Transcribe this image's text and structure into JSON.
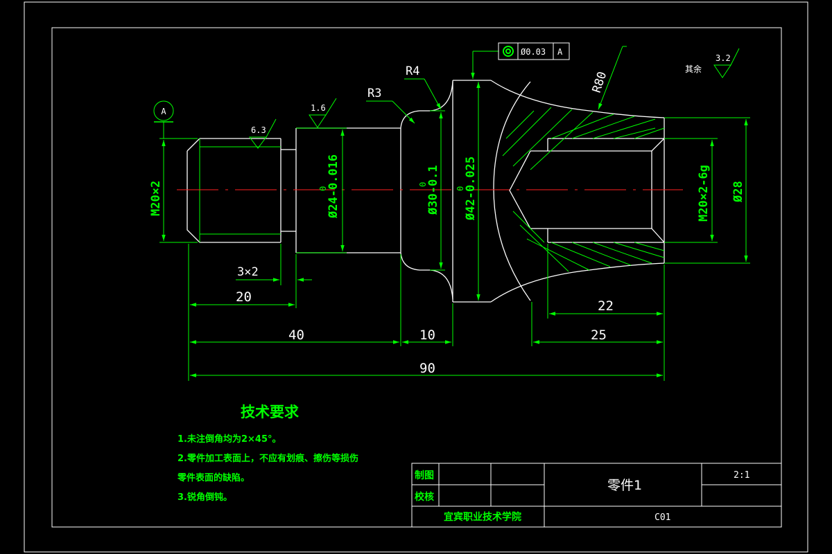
{
  "dimensions": {
    "thread_left": "M20×2",
    "thread_right": "M20×2-6g",
    "dia_24": "Ø24-0.016",
    "dia_24_upper": "0",
    "dia_30": "Ø30-0.1",
    "dia_30_upper": "0",
    "dia_42": "Ø42-0.025",
    "dia_42_upper": "0",
    "dia_28": "Ø28",
    "groove": "3×2",
    "len_20": "20",
    "len_40": "40",
    "len_10": "10",
    "len_25": "25",
    "len_22": "22",
    "len_90": "90",
    "radius_r3": "R3",
    "radius_r4": "R4",
    "radius_r80": "R80"
  },
  "roughness": {
    "ra_63": "6.3",
    "ra_16": "1.6",
    "ra_32": "3.2",
    "rest_label": "其余"
  },
  "datum": {
    "label": "A"
  },
  "tolerance_frame": {
    "value": "Ø0.03",
    "datum": "A"
  },
  "notes": {
    "title": "技术要求",
    "items": [
      "1.未注倒角均为2×45°。",
      "2.零件加工表面上，不应有划痕、擦伤等损伤",
      "零件表面的缺陷。",
      "3.锐角倒钝。"
    ]
  },
  "title_block": {
    "drawn_label": "制图",
    "checked_label": "校核",
    "part_name": "零件1",
    "scale": "2:1",
    "school": "宜宾职业技术学院",
    "code": "C01"
  },
  "colors": {
    "background": "#000000",
    "outline": "#ffffff",
    "dimension": "#00ff00",
    "centerline": "#ff0000"
  }
}
